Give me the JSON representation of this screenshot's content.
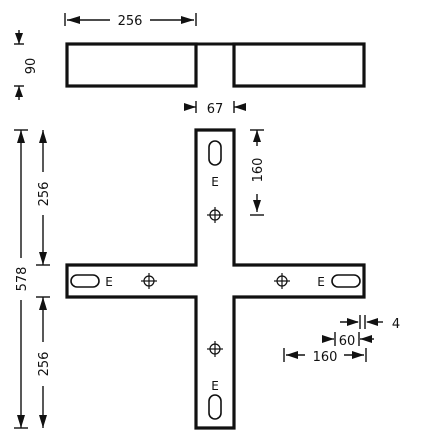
{
  "dimensions": {
    "top_width": "256",
    "top_height": "90",
    "gap": "67",
    "offset_vertical": "160",
    "total_height": "578",
    "upper_height": "256",
    "lower_height": "256",
    "d4": "4",
    "d60": "60",
    "d160": "160"
  },
  "labels": {
    "top_E": "E",
    "bottom_E": "E",
    "left_E": "E",
    "right_E": "E"
  },
  "colors": {
    "line": "#111111",
    "background": "#ffffff"
  }
}
